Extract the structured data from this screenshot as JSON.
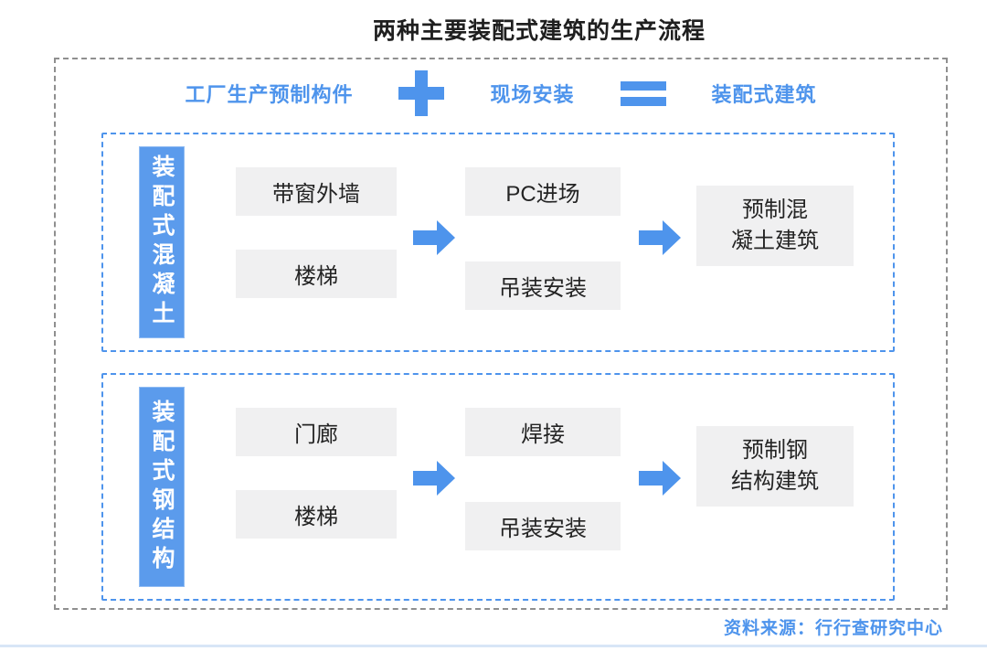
{
  "title": "两种主要装配式建筑的生产流程",
  "equation": {
    "factory": "工厂生产预制构件",
    "site": "现场安装",
    "result": "装配式建筑"
  },
  "sections": [
    {
      "label": "装配式混凝土",
      "inputs": [
        "带窗外墙",
        "楼梯"
      ],
      "processes": [
        "PC进场",
        "吊装安装"
      ],
      "result": "预制混\n凝土建筑"
    },
    {
      "label": "装配式钢结构",
      "inputs": [
        "门廊",
        "楼梯"
      ],
      "processes": [
        "焊接",
        "吊装安装"
      ],
      "result": "预制钢\n结构建筑"
    }
  ],
  "source": "资料来源：行行查研究中心",
  "icons": {
    "plus": "＋",
    "equals": "＝",
    "arrow_right": "➡"
  },
  "colors": {
    "accent_blue": "#4E94EC",
    "label_fill": "#5B9BEC",
    "box_gray": "#F0F0F1",
    "border_gray": "#8F8F8F",
    "bottom_line": "#D8E6F7",
    "text_dark": "#1F1F1F"
  }
}
